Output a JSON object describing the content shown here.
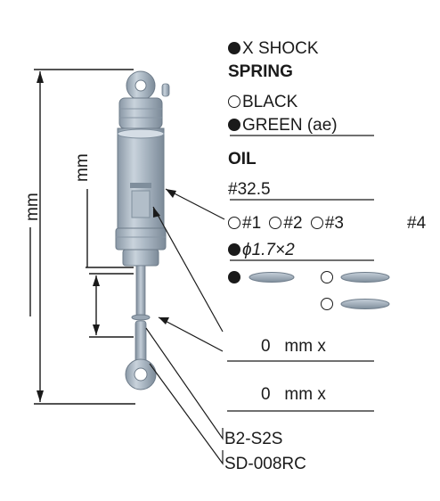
{
  "title": "X SHOCK",
  "spring": {
    "heading": "SPRING",
    "options": [
      {
        "label": "BLACK",
        "selected": false
      },
      {
        "label": "GREEN (ae)",
        "selected": true
      }
    ]
  },
  "oil": {
    "heading": "OIL",
    "viscosity": "#32.5"
  },
  "piston": {
    "options": [
      {
        "label": "#1",
        "selected": false
      },
      {
        "label": "#2",
        "selected": false
      },
      {
        "label": "#3",
        "selected": false
      },
      {
        "label": "#4",
        "selected": false
      }
    ],
    "hole": "ϕ1.7×2"
  },
  "spacer_left": "0",
  "spacer_right": "0",
  "unit_mm_x": "mm x",
  "part_b2": "B2-S2S",
  "part_sd": "SD-008RC",
  "dims": {
    "overall": "mm",
    "body": "mm"
  },
  "colors": {
    "shock_body": "#a9b6c2",
    "shock_dark": "#7f8e9c",
    "line": "#1a1a1a"
  }
}
